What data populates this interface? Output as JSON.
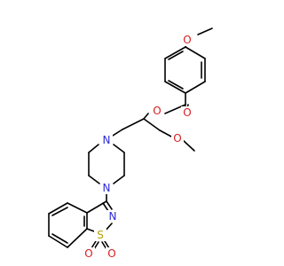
{
  "atoms": {
    "o_methoxy_top": {
      "label": "O",
      "color": "#d91c1c"
    },
    "o_carbonyl": {
      "label": "O",
      "color": "#d91c1c"
    },
    "o_ester": {
      "label": "O",
      "color": "#d91c1c"
    },
    "o_ether": {
      "label": "O",
      "color": "#d91c1c"
    },
    "n_pip_upper": {
      "label": "N",
      "color": "#2b2bd9"
    },
    "n_pip_lower": {
      "label": "N",
      "color": "#2b2bd9"
    },
    "n_ring": {
      "label": "N",
      "color": "#2b2bd9"
    },
    "s_sulfonyl": {
      "label": "S",
      "color": "#b5a100"
    },
    "o_sulfonyl_left": {
      "label": "O",
      "color": "#d91c1c"
    },
    "o_sulfonyl_right": {
      "label": "O",
      "color": "#d91c1c"
    }
  },
  "colors": {
    "bond": "#000000",
    "background": "#ffffff"
  }
}
